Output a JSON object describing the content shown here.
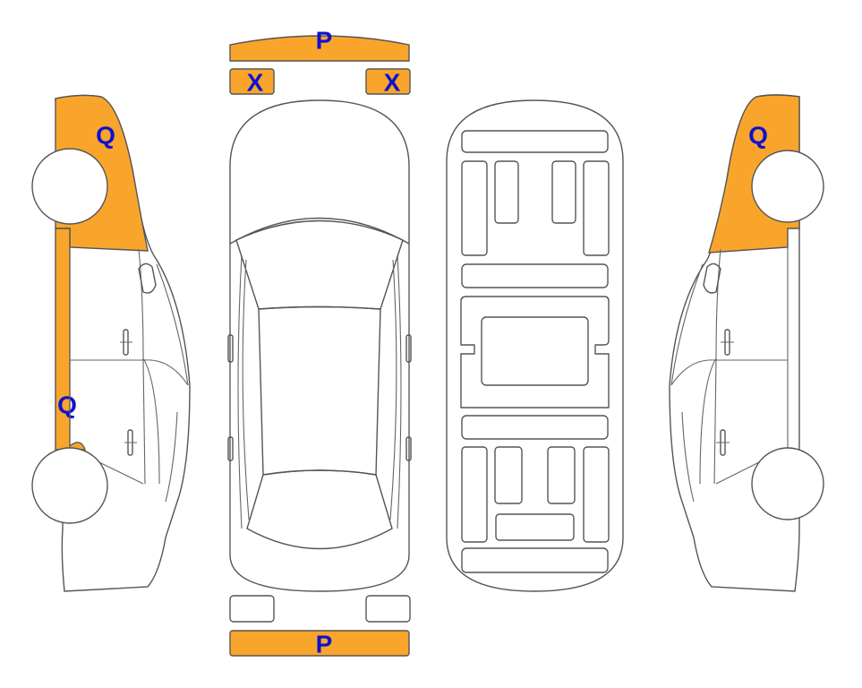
{
  "colors": {
    "highlight": "#f9a52c",
    "label": "#1010d0",
    "outline": "#555555"
  },
  "panels": {
    "front_bumper": {
      "code": "P",
      "damaged": true
    },
    "left_headlight": {
      "code": "X",
      "damaged": true
    },
    "right_headlight": {
      "code": "X",
      "damaged": true
    },
    "rear_bumper": {
      "code": "P",
      "damaged": true
    },
    "left_taillight": {
      "code": "",
      "damaged": false
    },
    "right_taillight": {
      "code": "",
      "damaged": false
    },
    "left_front_fender": {
      "code": "Q",
      "damaged": true
    },
    "left_rocker_panel": {
      "code": "Q",
      "damaged": true
    },
    "right_front_fender": {
      "code": "Q",
      "damaged": true
    }
  }
}
